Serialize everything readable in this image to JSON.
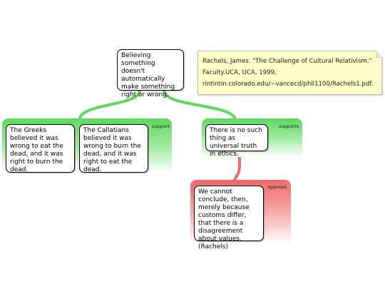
{
  "map": {
    "central_claim": "Believing something doesn't automatically make something right or wrong.",
    "support_label": "support",
    "supports_label": "supports",
    "opposes_label": "opposes",
    "reason_greeks": "The Greeks believed it was wrong to eat the dead, and it was right to burn the dead.",
    "reason_callatians": "The Callatians believed it was wrong to burn the dead, and it was right to eat the dead.",
    "reason_no_truth": "There is no such thing as universal truth in ethics.",
    "objection_rachels": "We cannot conclude, then, merely because customs differ, that there is a disagreement about values. (Rachels)"
  },
  "note": {
    "citation": "Rachels, James. \"The Challenge of Cultural Relativism.\" Faculty.UCA, UCA, 1999, rintintin.colorado.edu/~vancecd/phil1100/Rachels1.pdf."
  },
  "colors": {
    "support_green": "#5ed85e",
    "oppose_red": "#ee6a6a",
    "note_yellow": "#ffffc8"
  }
}
